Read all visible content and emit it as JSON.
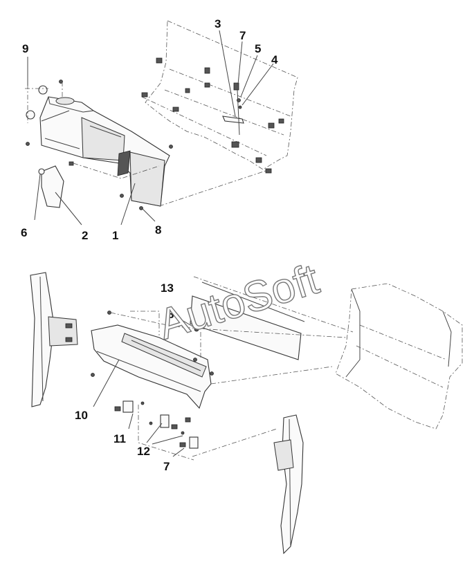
{
  "watermark": "AutoSoft",
  "callouts": {
    "top": {
      "c1": "1",
      "c2": "2",
      "c3": "3",
      "c4": "4",
      "c5": "5",
      "c6": "6",
      "c7": "7",
      "c8": "8",
      "c9": "9"
    },
    "bottom": {
      "c13": "13",
      "c8": "8",
      "c10": "10",
      "c11": "11",
      "c12": "12",
      "c7": "7"
    }
  }
}
